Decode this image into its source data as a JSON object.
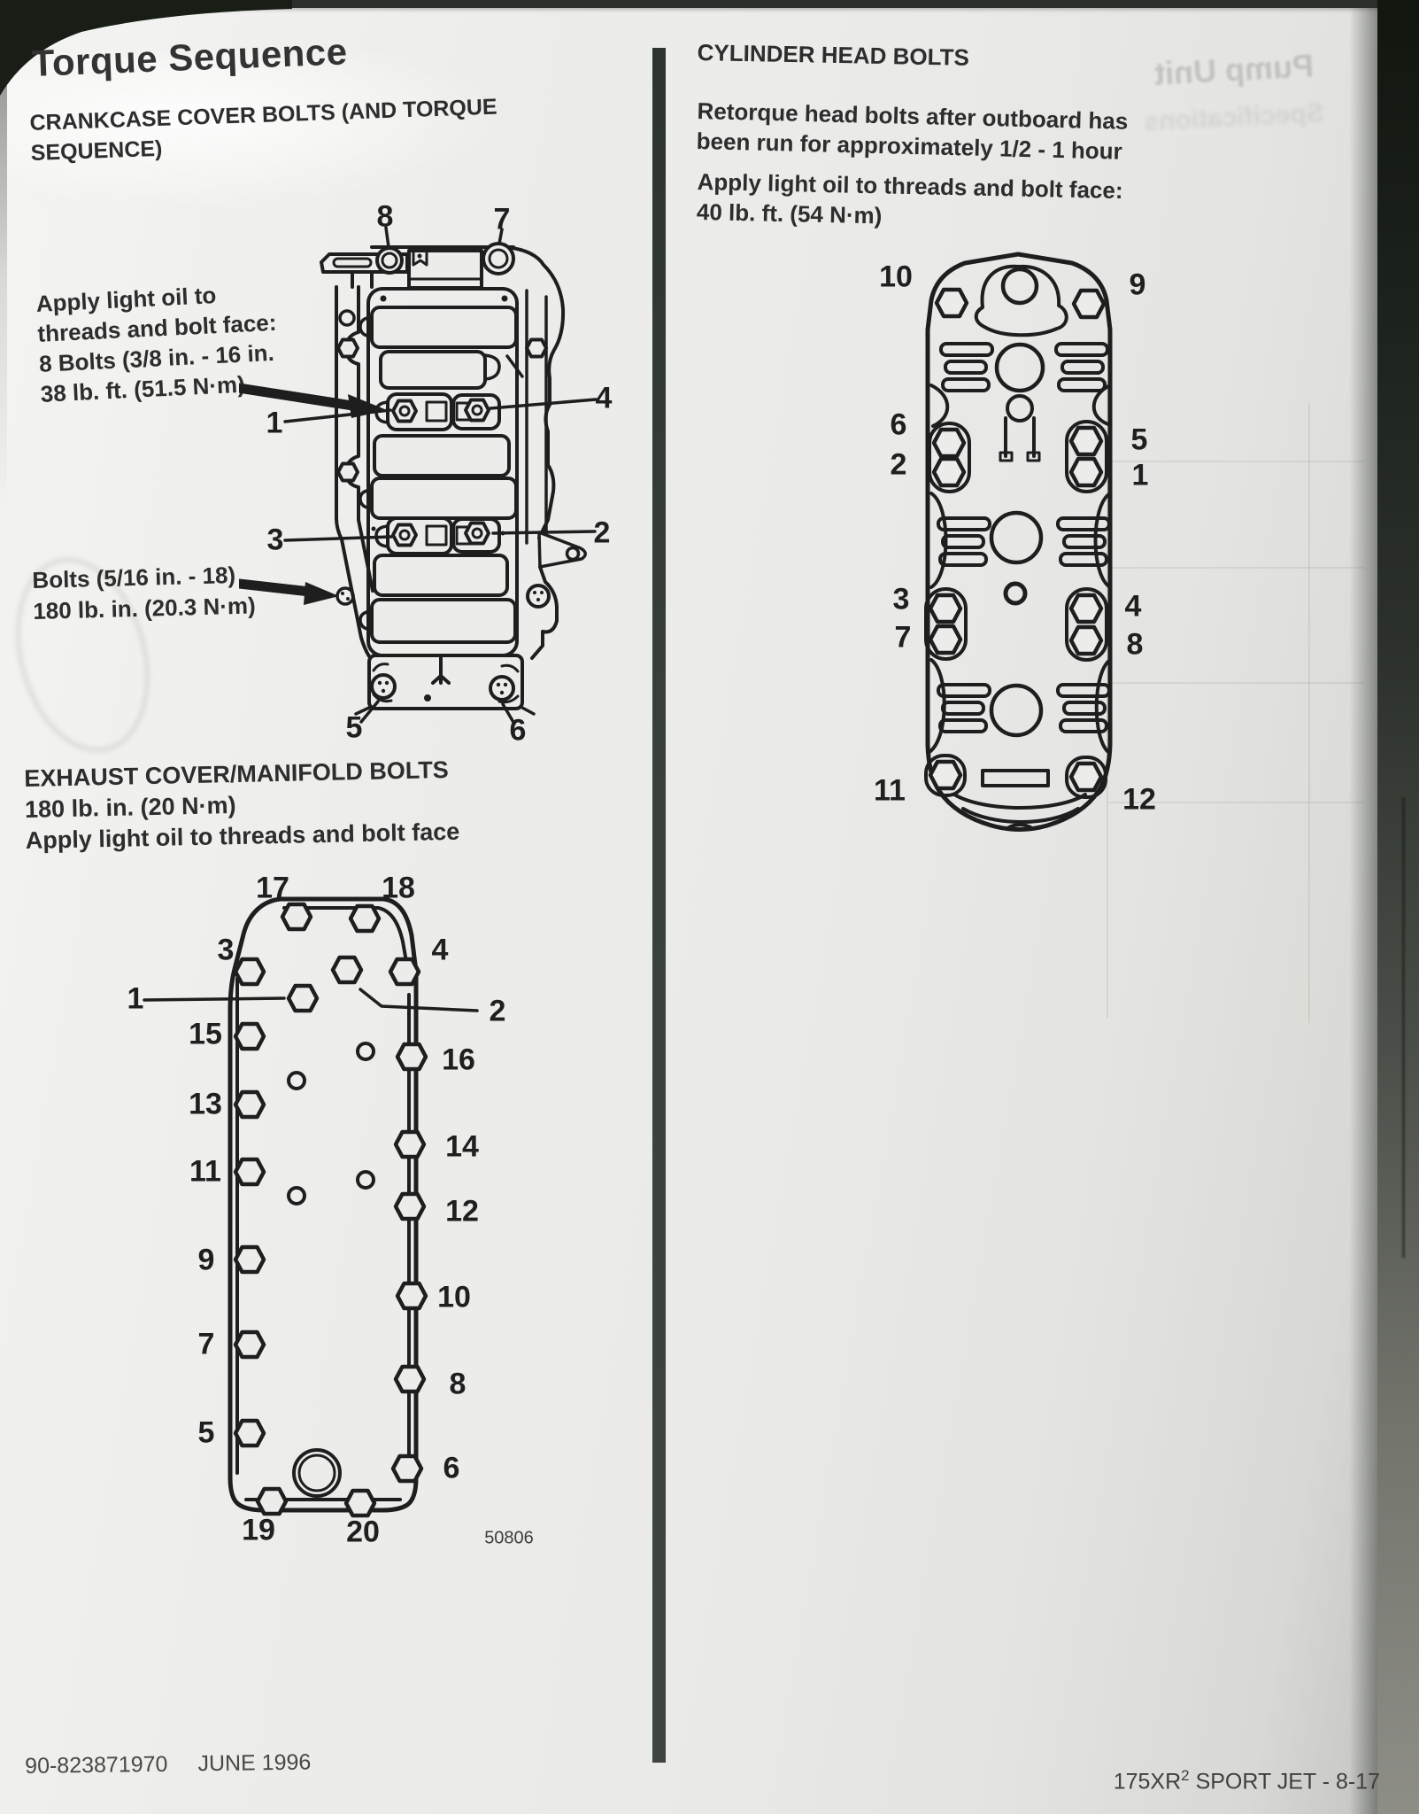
{
  "page_title": "Torque Sequence",
  "left_column": {
    "crankcase_section": {
      "heading_line1": "CRANKCASE COVER BOLTS (AND TORQUE",
      "heading_line2": "SEQUENCE)",
      "oil_note": {
        "line1": "Apply light oil to",
        "line2": "threads and bolt face:",
        "line3": "8 Bolts (3/8 in. - 16 in.",
        "line4": "38 lb. ft. (51.5 N·m)"
      },
      "small_bolts_note": {
        "line1": "Bolts (5/16 in. - 18)",
        "line2": "180 lb. in. (20.3 N·m)"
      },
      "bolt_labels": [
        "8",
        "7",
        "1",
        "4",
        "3",
        "2",
        "5",
        "6"
      ]
    },
    "exhaust_section": {
      "heading": "EXHAUST COVER/MANIFOLD BOLTS",
      "torque_spec": "180 lb. in. (20 N·m)",
      "oil_note": "Apply light oil to threads and bolt face",
      "bolt_labels": [
        "17",
        "18",
        "3",
        "4",
        "1",
        "2",
        "15",
        "16",
        "13",
        "14",
        "11",
        "12",
        "9",
        "10",
        "7",
        "8",
        "5",
        "6",
        "19",
        "20"
      ],
      "figure_number": "50806"
    }
  },
  "right_column": {
    "heading": "CYLINDER HEAD BOLTS",
    "retorque_note": {
      "line1": "Retorque head bolts after outboard has",
      "line2": "been run for approximately 1/2 - 1 hour"
    },
    "oil_note": {
      "line1": "Apply light oil to threads and bolt face:",
      "line2": "40 lb. ft. (54 N·m)"
    },
    "bolt_labels": [
      "10",
      "9",
      "6",
      "2",
      "5",
      "1",
      "3",
      "7",
      "4",
      "8",
      "11",
      "12"
    ]
  },
  "ghost_bleedthrough": {
    "line1": "Pump Unit",
    "line2": "Specifications"
  },
  "footer": {
    "document_number": "90-823871970",
    "date": "JUNE 1996",
    "model": "175XR",
    "model_superscript": "2",
    "model_suffix": " SPORT JET - 8-17"
  }
}
